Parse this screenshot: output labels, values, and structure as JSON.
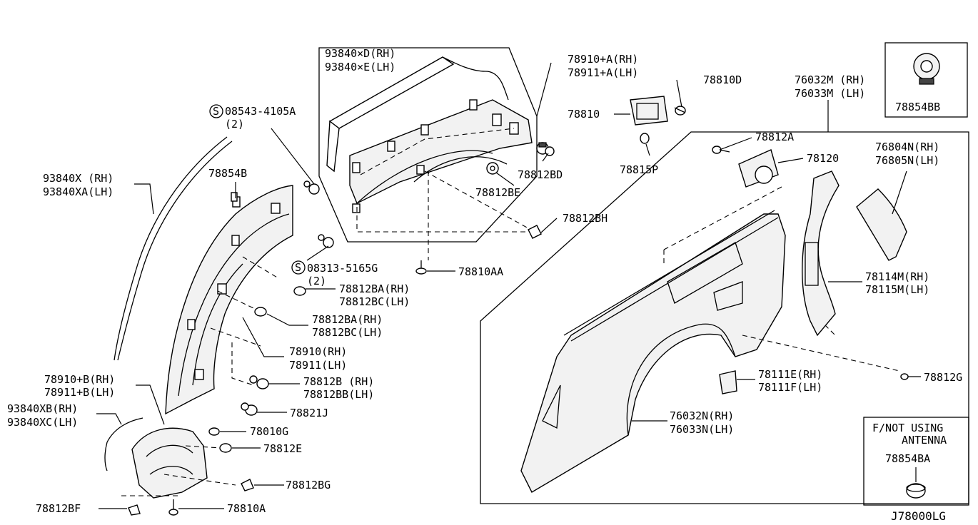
{
  "labels": {
    "l_93840xd": "93840×D(RH)",
    "l_93840xe": "93840×E(LH)",
    "l_78910a": "78910+A(RH)",
    "l_78911a": "78911+A(LH)",
    "l_78810d": "78810D",
    "l_78810": "78810",
    "l_78815p": "78815P",
    "l_78854bb": "78854BB",
    "l_76032m": "76032M (RH)",
    "l_76033m": "76033M (LH)",
    "l_08543": "08543-4105A",
    "l_08543_qty": "(2)",
    "l_78812a": "78812A",
    "l_78120": "78120",
    "l_76804n": "76804N(RH)",
    "l_76805n": "76805N(LH)",
    "l_93840x": "93840X (RH)",
    "l_93840xa": "93840XA(LH)",
    "l_78854b": "78854B",
    "l_78812bd": "78812BD",
    "l_78812be": "78812BE",
    "l_78812bh": "78812BH",
    "l_08313": "08313-5165G",
    "l_08313_qty": "(2)",
    "l_78810aa": "78810AA",
    "l_78812ba1": "78812BA(RH)",
    "l_78812bc1": "78812BC(LH)",
    "l_78812ba2": "78812BA(RH)",
    "l_78812bc2": "78812BC(LH)",
    "l_78910": "78910(RH)",
    "l_78911": "78911(LH)",
    "l_78114m": "78114M(RH)",
    "l_78115m": "78115M(LH)",
    "l_78910b": "78910+B(RH)",
    "l_78911b": "78911+B(LH)",
    "l_78812b": "78812B (RH)",
    "l_78812bb": "78812BB(LH)",
    "l_78111e": "78111E(RH)",
    "l_78111f": "78111F(LH)",
    "l_78812g": "78812G",
    "l_93840xb": "93840XB(RH)",
    "l_93840xc": "93840XC(LH)",
    "l_78821j": "78821J",
    "l_78010g": "78010G",
    "l_76032n": "76032N(RH)",
    "l_76033n": "76033N(LH)",
    "l_78812e": "78812E",
    "l_78812bg": "78812BG",
    "l_78812bf": "78812BF",
    "l_78810a": "78810A",
    "l_fnot1": "F/NOT USING",
    "l_fnot2": "ANTENNA",
    "l_78854ba": "78854BA",
    "l_code": "J78000LG"
  },
  "symbols": {
    "s_mark": "S"
  }
}
